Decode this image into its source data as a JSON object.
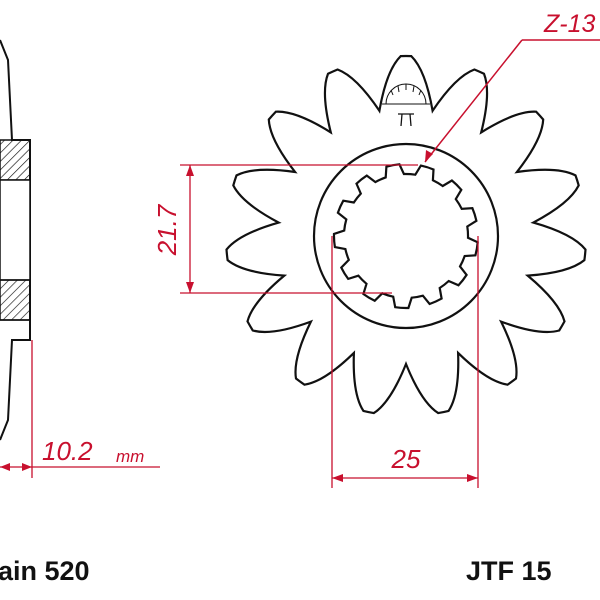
{
  "diagram": {
    "teeth_label": "Z-13",
    "spline_height_value": "21.7",
    "spline_width_value": "25",
    "thickness_value": "10.2",
    "thickness_unit": "mm",
    "chain_label": "ain 520",
    "part_label": "JTF 15",
    "colors": {
      "dimension": "#c8102e",
      "outline": "#111111",
      "hatch": "#111111",
      "background": "#ffffff"
    }
  }
}
